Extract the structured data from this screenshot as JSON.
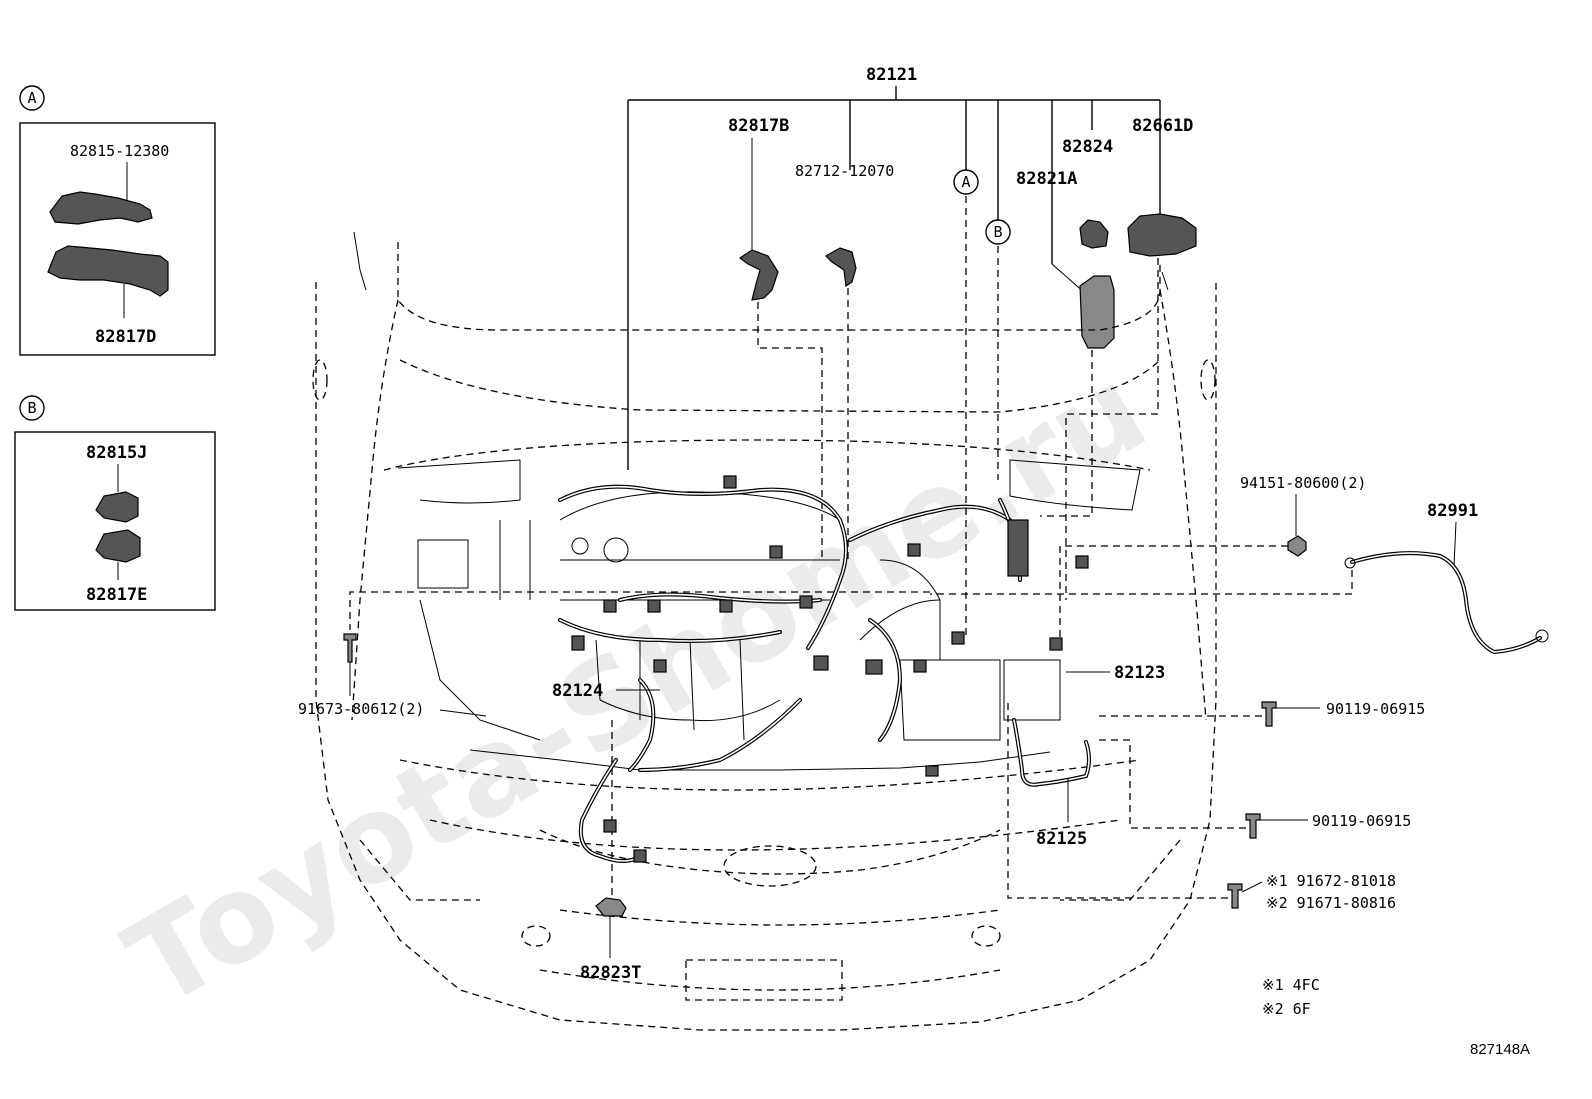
{
  "watermark": "Toyota-Shome.ru",
  "diagram_code": "827148A",
  "main_harness": "82121",
  "callouts": {
    "p82817B": "82817B",
    "p82712": "82712-12070",
    "p82824": "82824",
    "p82661D": "82661D",
    "p82821A": "82821A",
    "p94151": "94151-80600(2)",
    "p82991": "82991",
    "p91673": "91673-80612(2)",
    "p82124": "82124",
    "p82123": "82123",
    "p90119a": "90119-06915",
    "p90119b": "90119-06915",
    "p82125": "82125",
    "p91672": "※1 91672-81018",
    "p91671": "※2 91671-80816",
    "p82823T": "82823T"
  },
  "refs": {
    "a": "A",
    "b": "B"
  },
  "detail_a": {
    "ref": "A",
    "top_part": "82815-12380",
    "bottom_part": "82817D"
  },
  "detail_b": {
    "ref": "B",
    "top_part": "82815J",
    "bottom_part": "82817E"
  },
  "notes": {
    "n1": "※1 4FC",
    "n2": "※2 6F"
  }
}
